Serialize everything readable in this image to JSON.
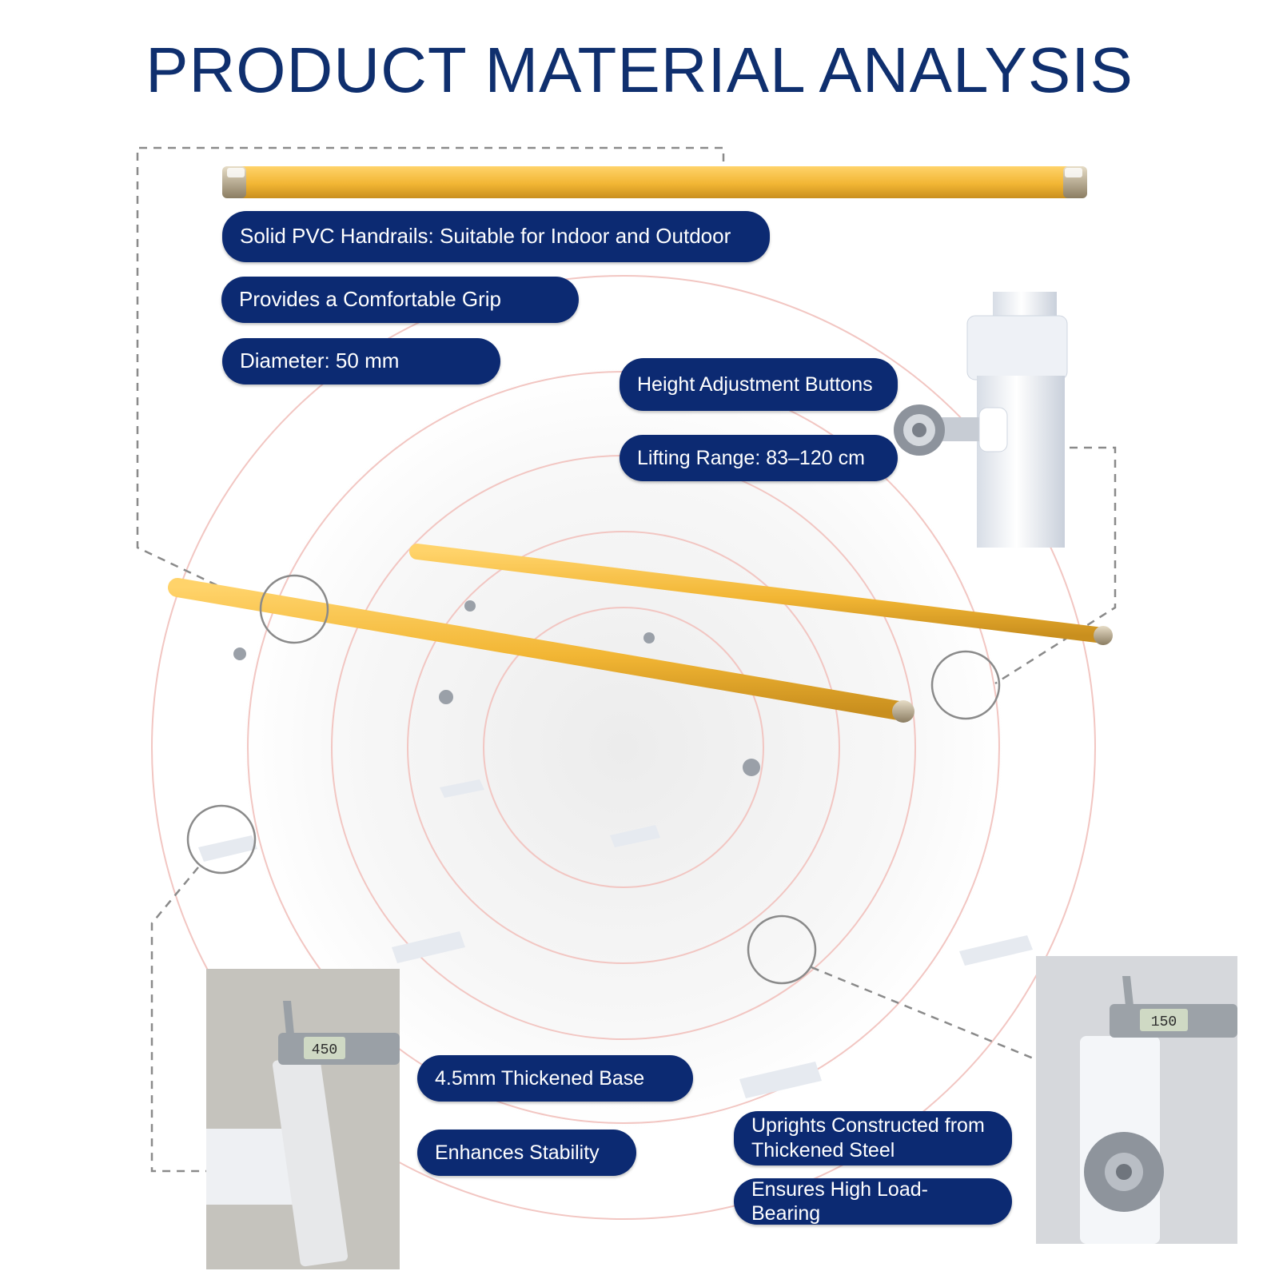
{
  "title": "PRODUCT MATERIAL ANALYSIS",
  "labels": {
    "handrail_material": "Solid PVC Handrails: Suitable for Indoor and Outdoor",
    "grip": "Provides a Comfortable Grip",
    "diameter": "Diameter: 50 mm",
    "height_buttons": "Height Adjustment Buttons",
    "lifting_range": "Lifting Range: 83–120 cm",
    "base": "4.5mm Thickened Base",
    "stability": "Enhances Stability",
    "uprights": "Uprights Constructed from Thickened Steel",
    "load": "Ensures High Load-Bearing"
  },
  "caliper_readings": {
    "base": "450",
    "upright": "150"
  },
  "colors": {
    "title": "#0f2f6e",
    "pill_bg": "#0c2a72",
    "handrail": "#f2b634",
    "upright": "#eef1f6",
    "rings": "#f2c6c2"
  },
  "icons": [
    "caliper-icon",
    "adjustment-knob-icon"
  ]
}
